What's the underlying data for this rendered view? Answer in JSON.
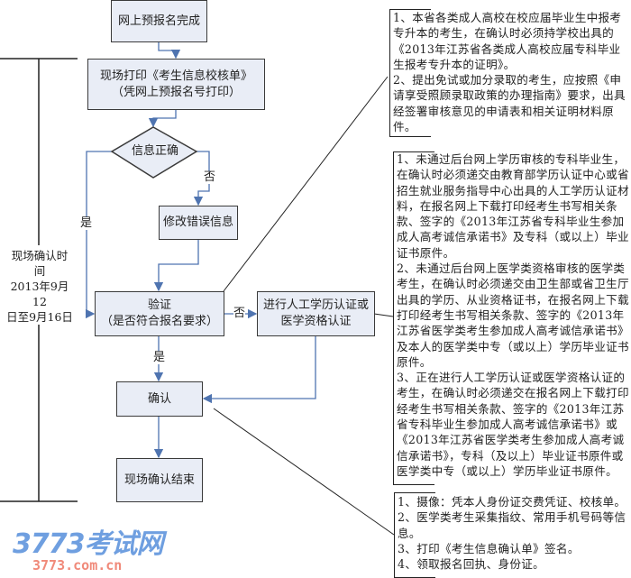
{
  "flow": {
    "step_online": "网上预报名完成",
    "step_print_line1": "现场打印《考生信息校核单》",
    "step_print_line2": "（凭网上预报名号打印）",
    "decision_info": "信息正确",
    "step_fix": "修改错误信息",
    "step_verify_line1": "验证",
    "step_verify_line2": "（是否符合报名要求）",
    "step_manual_line1": "进行人工学历认证或",
    "step_manual_line2": "医学资格认证",
    "step_confirm": "确认",
    "step_end": "现场确认结束",
    "label_yes": "是",
    "label_no": "否"
  },
  "side": {
    "line1": "现场确认时",
    "line2": "间",
    "line3": "2013年9月12",
    "line4": "日至9月16日"
  },
  "notes": {
    "verify_notes": [
      "1、本省各类成人高校在校应届毕业生中报考专升本的考生，在确认时必须持学校出具的《2013年江苏省各类成人高校应届专科毕业生报考专升本的证明》。",
      "2、提出免试或加分录取的考生，应按照《申请享受照顾录取政策的办理指南》要求，出具经签署审核意见的申请表和相关证明材料原件。"
    ],
    "manual_notes": [
      "1、未通过后台网上学历审核的专科毕业生，在确认时必须递交由教育部学历认证中心或省招生就业服务指导中心出具的人工学历认证材料，在报名网上下载打印经考生书写相关条款、签字的《2013年江苏省专科毕业生参加成人高考诚信承诺书》及专科（或以上）毕业证书原件。",
      "2、未通过后台网上医学类资格审核的医学类考生，在确认时必须递交由卫生部或省卫生厅出具的学历、从业资格证书，在报名网上下载打印经考生书写相关条款、签字的《2013年江苏省医学类考生参加成人高考诚信承诺书》及本人的医学类中专（或以上）学历毕业证书原件。",
      "3、正在进行人工学历认证或医学资格认证的考生，在确认时必须递交在报名网上下载打印经考生书写相关条款、签字的《2013年江苏省专科毕业生参加成人高考诚信承诺书》或《2013年江苏省医学类考生参加成人高考诚信承诺书》，专科（及以上）毕业证书原件或医学类中专（或以上）学历毕业证书原件。"
    ],
    "confirm_notes": [
      "1、摄像：凭本人身份证交费凭证、校核单。",
      "2、医学类考生采集指纹、常用手机号码等信息。",
      "3、打印《考生信息确认单》签名。",
      "4、领取报名回执、身份证。"
    ]
  },
  "watermark": {
    "brand": "3773考试网",
    "url": "3773.com.cn"
  },
  "colors": {
    "box_fill": "#e9edf6",
    "connector": "#4f74b0",
    "logo_blue": "#6f9fe0",
    "logo_red": "#f08a7a"
  }
}
